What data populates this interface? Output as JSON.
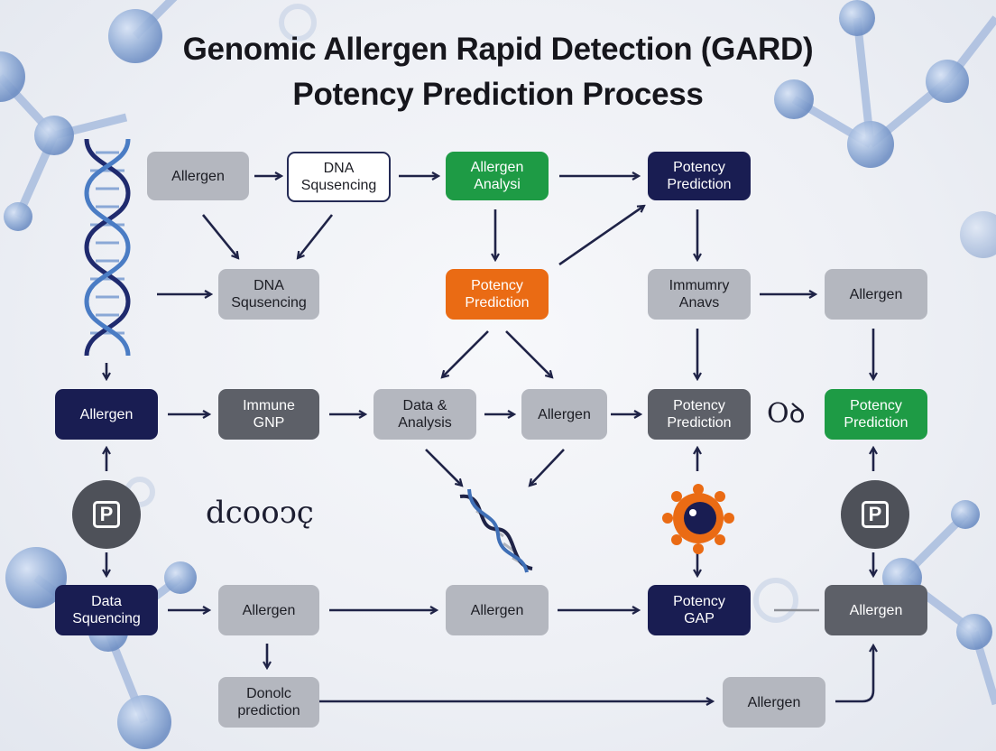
{
  "title": {
    "line1": "Genomic Allergen Rapid Detection (GARD)",
    "line2": "Potency Prediction Process"
  },
  "nodes": {
    "r1_allergen": "Allergen",
    "r1_dna": "DNA\nSqusencing",
    "r1_analysis": "Allergen\nAnalysi",
    "r1_potency": "Potency\nPrediction",
    "r2_dna": "DNA\nSqusencing",
    "r2_potency": "Potency\nPrediction",
    "r2_immunity": "Immumry\nAnavs",
    "r2_allergen": "Allergen",
    "r3_allergen": "Allergen",
    "r3_immune": "Immune\nGNP",
    "r3_data": "Data &\nAnalysis",
    "r3_allergen2": "Allergen",
    "r3_potency": "Potency\nPrediction",
    "r3_potency_green": "Potency\nPrediction",
    "r5_data": "Data\nSquencing",
    "r5_allergen": "Allergen",
    "r5_allergen2": "Allergen",
    "r5_potency": "Potency\nGAP",
    "r5_allergen3": "Allergen",
    "r6_donolc": "Donolc\nprediction",
    "r6_allergen": "Allergen"
  },
  "badges": {
    "left_p": "P",
    "right_p": "P"
  },
  "glyphs": {
    "scribble": "dcooↄc̨",
    "mark": "Oꝺ"
  },
  "icons": {
    "dna_left": "dna-helix-icon",
    "dna_center": "dna-helix-icon",
    "cell": "allergen-cell-icon",
    "molecules": "molecule-icon"
  },
  "colors": {
    "navy": "#191d52",
    "green": "#1e9b45",
    "orange": "#ea6b14",
    "gray": "#b4b7bf",
    "slate": "#5d6068",
    "arrow": "#1f2347",
    "helix_blue": "#3f6fb6"
  }
}
